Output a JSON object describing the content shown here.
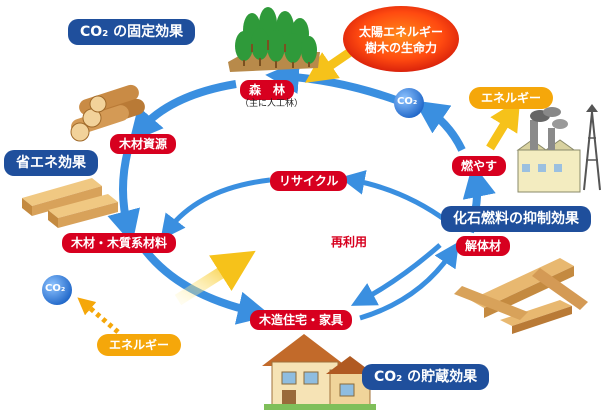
{
  "titles": {
    "fixation": "CO₂ の固定効果",
    "energy_saving": "省エネ効果",
    "fossil_suppression": "化石燃料の抑制効果",
    "storage": "CO₂ の貯蔵効果"
  },
  "nodes": {
    "forest": "森　林",
    "forest_note": "（主に人工林）",
    "timber_resource": "木材資源",
    "wood_materials": "木材・木質系材料",
    "housing": "木造住宅・家具",
    "demolition": "解体材",
    "burn": "燃やす",
    "recycle": "リサイクル",
    "reuse": "再利用"
  },
  "energy": {
    "solar_line1": "太陽エネルギー",
    "solar_line2": "樹木の生命力",
    "energy_top": "エネルギー",
    "energy_bottom": "エネルギー"
  },
  "co2_bubbles": {
    "top": "CO₂",
    "left": "CO₂"
  },
  "colors": {
    "cycle_arrow": "#3a8fe0",
    "label_red": "#d7001f",
    "title_blue": "#1f4f9c",
    "energy_orange": "#f5a70a",
    "sun": "#ee2a10"
  }
}
